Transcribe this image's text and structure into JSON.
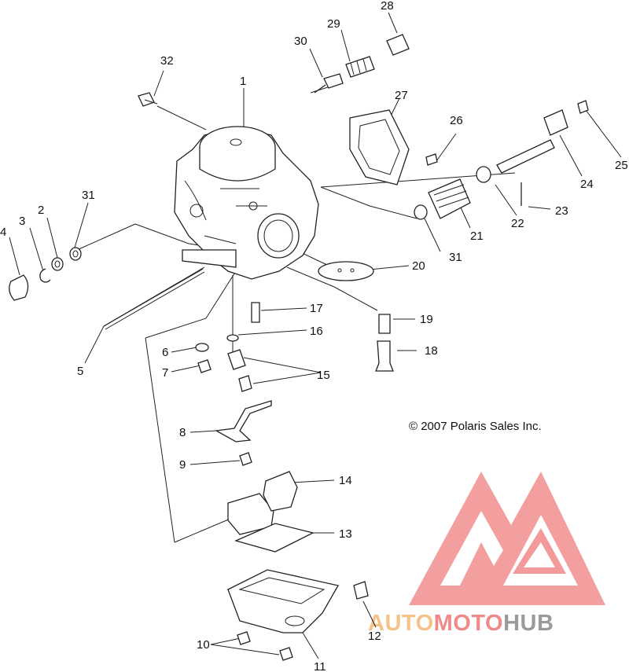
{
  "copyright": "© 2007 Polaris Sales Inc.",
  "watermark": {
    "segments": [
      {
        "text": "AUTO",
        "color": "#f5c28a"
      },
      {
        "text": "MOTO",
        "color": "#f08a8a"
      },
      {
        "text": "HUB",
        "color": "#9a9a9a"
      }
    ],
    "logo_color": "#f39a9a"
  },
  "callouts": [
    {
      "id": "1",
      "label": "1"
    },
    {
      "id": "2",
      "label": "2"
    },
    {
      "id": "3",
      "label": "3"
    },
    {
      "id": "4",
      "label": "4"
    },
    {
      "id": "5",
      "label": "5"
    },
    {
      "id": "6",
      "label": "6"
    },
    {
      "id": "7",
      "label": "7"
    },
    {
      "id": "8",
      "label": "8"
    },
    {
      "id": "9",
      "label": "9"
    },
    {
      "id": "10",
      "label": "10"
    },
    {
      "id": "11",
      "label": "11"
    },
    {
      "id": "12",
      "label": "12"
    },
    {
      "id": "13",
      "label": "13"
    },
    {
      "id": "14",
      "label": "14"
    },
    {
      "id": "15",
      "label": "15"
    },
    {
      "id": "16",
      "label": "16"
    },
    {
      "id": "17",
      "label": "17"
    },
    {
      "id": "18",
      "label": "18"
    },
    {
      "id": "19",
      "label": "19"
    },
    {
      "id": "20",
      "label": "20"
    },
    {
      "id": "21",
      "label": "21"
    },
    {
      "id": "22",
      "label": "22"
    },
    {
      "id": "23",
      "label": "23"
    },
    {
      "id": "24",
      "label": "24"
    },
    {
      "id": "25",
      "label": "25"
    },
    {
      "id": "26",
      "label": "26"
    },
    {
      "id": "27",
      "label": "27"
    },
    {
      "id": "28",
      "label": "28"
    },
    {
      "id": "29",
      "label": "29"
    },
    {
      "id": "30",
      "label": "30"
    },
    {
      "id": "31a",
      "label": "31"
    },
    {
      "id": "31b",
      "label": "31"
    },
    {
      "id": "32",
      "label": "32"
    }
  ]
}
